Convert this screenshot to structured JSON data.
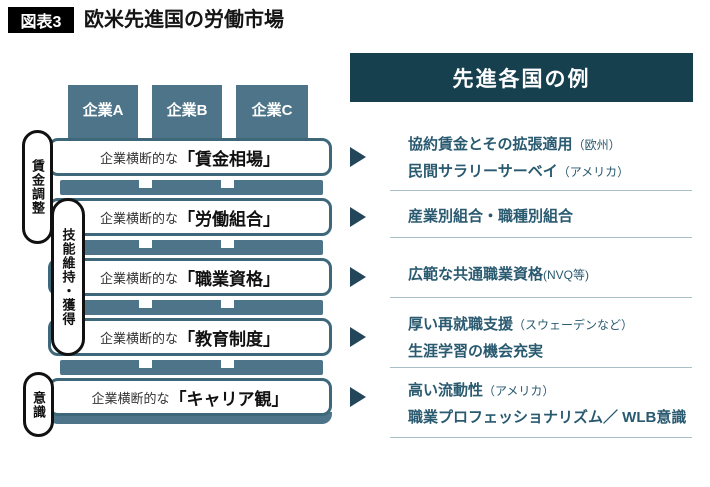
{
  "figure": {
    "tag": "図表3",
    "title": "欧米先進国の労働市場"
  },
  "panel": {
    "header": "先進各国の例"
  },
  "companies": [
    {
      "label": "企業A"
    },
    {
      "label": "企業B"
    },
    {
      "label": "企業C"
    }
  ],
  "rows": [
    {
      "prefix": "企業横断的な",
      "keyword": "「賃金相場」",
      "examples": [
        {
          "main": "協約賃金とその拡張適用",
          "note": "（欧州）"
        },
        {
          "main": "民間サラリーサーベイ",
          "note": "（アメリカ）"
        }
      ]
    },
    {
      "prefix": "企業横断的な",
      "keyword": "「労働組合」",
      "examples": [
        {
          "main": "産業別組合・職種別組合",
          "note": ""
        }
      ]
    },
    {
      "prefix": "企業横断的な",
      "keyword": "「職業資格」",
      "examples": [
        {
          "main": "広範な共通職業資格",
          "note": "(NVQ等)"
        }
      ]
    },
    {
      "prefix": "企業横断的な",
      "keyword": "「教育制度」",
      "examples": [
        {
          "main": "厚い再就職支援",
          "note": "（スウェーデンなど）"
        },
        {
          "main": "生涯学習の機会充実",
          "note": ""
        }
      ]
    },
    {
      "prefix": "企業横断的な",
      "keyword": "「キャリア観」",
      "examples": [
        {
          "main": "高い流動性",
          "note": "（アメリカ）"
        },
        {
          "main": "職業プロフェッショナリズム／ WLB意識",
          "note": ""
        }
      ]
    }
  ],
  "side_labels": [
    {
      "label": "賃金調整"
    },
    {
      "label": "技能維持・獲得"
    },
    {
      "label": "意識"
    }
  ],
  "colors": {
    "header_bg": "#17404f",
    "column_bg": "#4d7488",
    "bar_border": "#3e6879",
    "arrow": "#24465a",
    "example_text": "#2a5a70",
    "separator": "#a9bfc8"
  }
}
